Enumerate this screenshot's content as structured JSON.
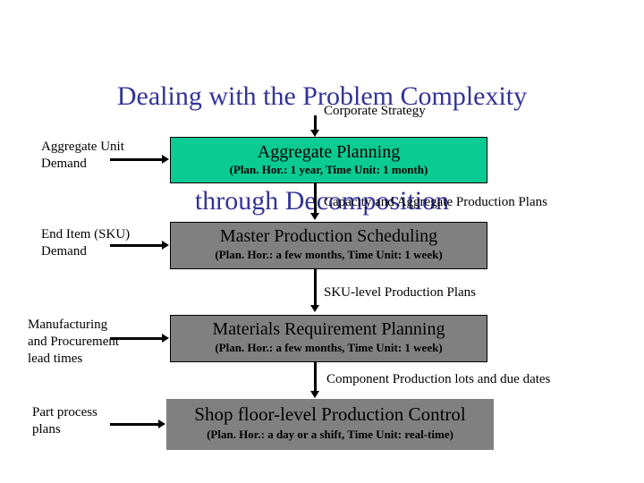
{
  "slide": {
    "title_line1": "Dealing with the Problem Complexity",
    "title_line2": "through Decomposition",
    "title_color": "#333399",
    "background_color": "#ffffff"
  },
  "colors": {
    "aggregate_box": "#0ACB92",
    "planning_box_gray": "#808080",
    "border": "#000000",
    "text": "#000000"
  },
  "boxes": [
    {
      "id": "aggregate-planning",
      "title": "Aggregate Planning",
      "subtitle": "(Plan. Hor.: 1 year,  Time Unit: 1 month)",
      "fill": "#0ACB92"
    },
    {
      "id": "master-production-scheduling",
      "title": "Master Production Scheduling",
      "subtitle": "(Plan. Hor.:  a few months,  Time Unit: 1 week)",
      "fill": "#808080"
    },
    {
      "id": "materials-requirement-planning",
      "title": "Materials Requirement Planning",
      "subtitle": "(Plan. Hor.:  a few months,  Time Unit: 1 week)",
      "fill": "#808080"
    },
    {
      "id": "shop-floor-level-production-control",
      "title": "Shop floor-level Production Control",
      "subtitle": "(Plan. Hor.:  a day or a shift,  Time Unit: real-time)",
      "fill": "#808080"
    }
  ],
  "side_inputs": [
    {
      "id": "aggregate-unit-demand",
      "text": "Aggregate Unit\nDemand"
    },
    {
      "id": "end-item-sku-demand",
      "text": "End Item (SKU)\nDemand"
    },
    {
      "id": "manufacturing-lead-times",
      "text": "Manufacturing\nand Procurement\nlead times"
    },
    {
      "id": "part-process-plans",
      "text": "Part process\nplans"
    }
  ],
  "flow_labels": [
    {
      "id": "corporate-strategy",
      "text": "Corporate Strategy"
    },
    {
      "id": "capacity-aggregate-production-plans",
      "text": "Capacity and Aggregate Production Plans"
    },
    {
      "id": "sku-level-production-plans",
      "text": "SKU-level Production Plans"
    },
    {
      "id": "component-production-lots",
      "text": "Component Production lots and due dates"
    }
  ]
}
